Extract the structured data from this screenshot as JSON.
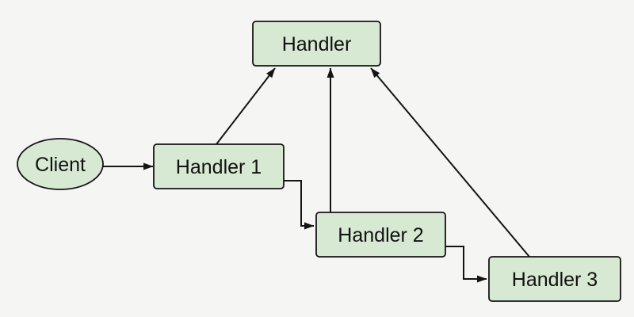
{
  "colors": {
    "canvas_bg": "#f5f5f3",
    "node_fill": "#d7e9d2",
    "node_stroke": "#141414",
    "edge_stroke": "#141414",
    "text_color": "#111111"
  },
  "diagram": {
    "type": "flow-diagram",
    "nodes": [
      {
        "id": "client",
        "label": "Client",
        "shape": "ellipse"
      },
      {
        "id": "handler",
        "label": "Handler",
        "shape": "rectangle"
      },
      {
        "id": "handler1",
        "label": "Handler 1",
        "shape": "rectangle"
      },
      {
        "id": "handler2",
        "label": "Handler 2",
        "shape": "rectangle"
      },
      {
        "id": "handler3",
        "label": "Handler 3",
        "shape": "rectangle"
      }
    ],
    "edges": [
      {
        "from": "Client",
        "to": "Handler 1",
        "style": "straight-arrow"
      },
      {
        "from": "Handler 1",
        "to": "Handler",
        "style": "straight-arrow"
      },
      {
        "from": "Handler 2",
        "to": "Handler",
        "style": "straight-arrow"
      },
      {
        "from": "Handler 3",
        "to": "Handler",
        "style": "straight-arrow"
      },
      {
        "from": "Handler 1",
        "to": "Handler 2",
        "style": "elbow-arrow"
      },
      {
        "from": "Handler 2",
        "to": "Handler 3",
        "style": "elbow-arrow"
      }
    ]
  }
}
